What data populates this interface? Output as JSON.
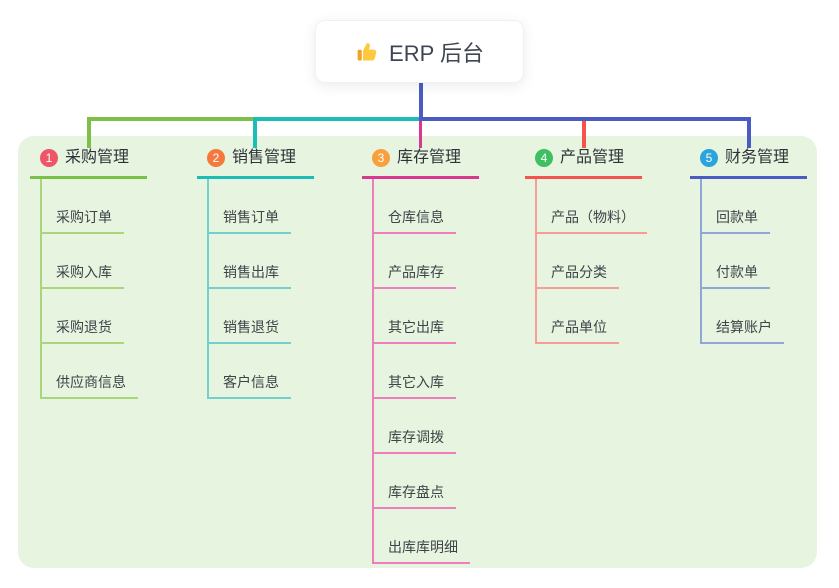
{
  "root": {
    "title": "ERP 后台",
    "icon": "thumbs-up-icon",
    "connector_color": "#4A5BC4"
  },
  "panel": {
    "background": "#E7F5E0"
  },
  "branches": [
    {
      "num": "1",
      "label": "采购管理",
      "color": "#7CC04A",
      "light": "#A9D67C",
      "badge_color": "#EE5566",
      "items": [
        "采购订单",
        "采购入库",
        "采购退货",
        "供应商信息"
      ]
    },
    {
      "num": "2",
      "label": "销售管理",
      "color": "#1DBDB5",
      "light": "#72D2CB",
      "badge_color": "#F5793D",
      "items": [
        "销售订单",
        "销售出库",
        "销售退货",
        "客户信息"
      ]
    },
    {
      "num": "3",
      "label": "库存管理",
      "color": "#D83890",
      "light": "#EE7EBD",
      "badge_color": "#F8A03C",
      "items": [
        "仓库信息",
        "产品库存",
        "其它出库",
        "其它入库",
        "库存调拨",
        "库存盘点",
        "出库库明细"
      ]
    },
    {
      "num": "4",
      "label": "产品管理",
      "color": "#F4534E",
      "light": "#F79D97",
      "badge_color": "#3FBE62",
      "items": [
        "产品（物料）",
        "产品分类",
        "产品单位"
      ]
    },
    {
      "num": "5",
      "label": "财务管理",
      "color": "#4A5BC4",
      "light": "#8FA6D9",
      "badge_color": "#2BA3DC",
      "items": [
        "回款单",
        "付款单",
        "结算账户"
      ]
    }
  ]
}
